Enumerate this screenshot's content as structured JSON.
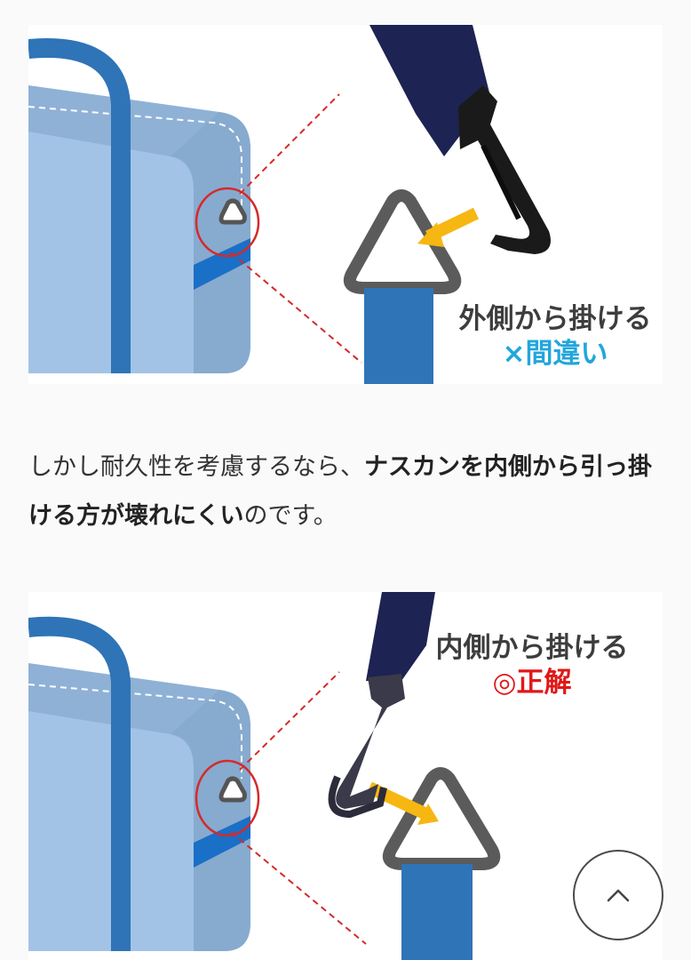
{
  "figures": [
    {
      "id": "wrong-method",
      "caption_main": "外側から掛ける",
      "caption_verdict": "×間違い",
      "verdict_color": "#22a6dc"
    },
    {
      "id": "correct-method",
      "caption_main": "内側から掛ける",
      "caption_verdict": "◎正解",
      "verdict_color": "#e01818"
    }
  ],
  "body": {
    "text_plain_1": "しかし耐久性を考慮するなら、",
    "text_bold": "ナスカンを内側から引っ掛ける方が壊れにくい",
    "text_plain_2": "のです。"
  },
  "scroll_top_button": {
    "icon": "chevron-up-icon",
    "glyph": "^"
  },
  "colors": {
    "page_bg": "#fafafa",
    "bag_light": "#9dbfe2",
    "bag_side": "#7ea3c9",
    "strap_blue": "#2f74b7",
    "ring_gray": "#5b5b5b",
    "arrow_yellow": "#f6b712",
    "dash_red": "#d42a2a",
    "webbing_navy": "#1d2352"
  }
}
